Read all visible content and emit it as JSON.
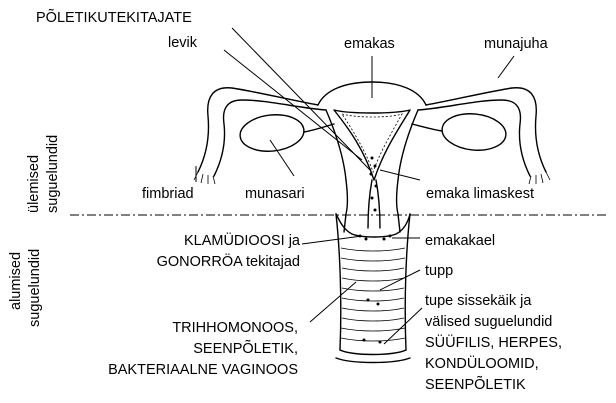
{
  "labels": {
    "poletikutekitajate": "PÕLETIKUTEKITAJATE",
    "levik": "levik",
    "emakas": "emakas",
    "munajuha": "munajuha",
    "fimbriad": "fimbriad",
    "munasari": "munasari",
    "emaka_limaskest": "emaka limaskest",
    "klamudioosi_line1": "KLAMÜDIOOSI ja",
    "klamudioosi_line2": "GONORRÖA tekitajad",
    "emakakael": "emakakael",
    "tupp": "tupp",
    "tupe_line1": "tupe sissekäik ja",
    "tupe_line2": "välised suguelundid",
    "tupe_line3": "SÜÜFILIS, HERPES,",
    "tupe_line4": "KONDÜLOOMID,",
    "tupe_line5": "SEENPÕLETIK",
    "trihh_line1": "TRIHHOMONOOS,",
    "trihh_line2": "SEENPÕLETIK,",
    "trihh_line3": "BAKTERIAALNE VAGINOOS"
  },
  "side_labels": {
    "ulemised_line1": "ülemised",
    "ulemised_line2": "suguelundid",
    "alumised_line1": "alumised",
    "alumised_line2": "suguelundid"
  },
  "colors": {
    "stroke": "#000000",
    "background": "#ffffff"
  }
}
